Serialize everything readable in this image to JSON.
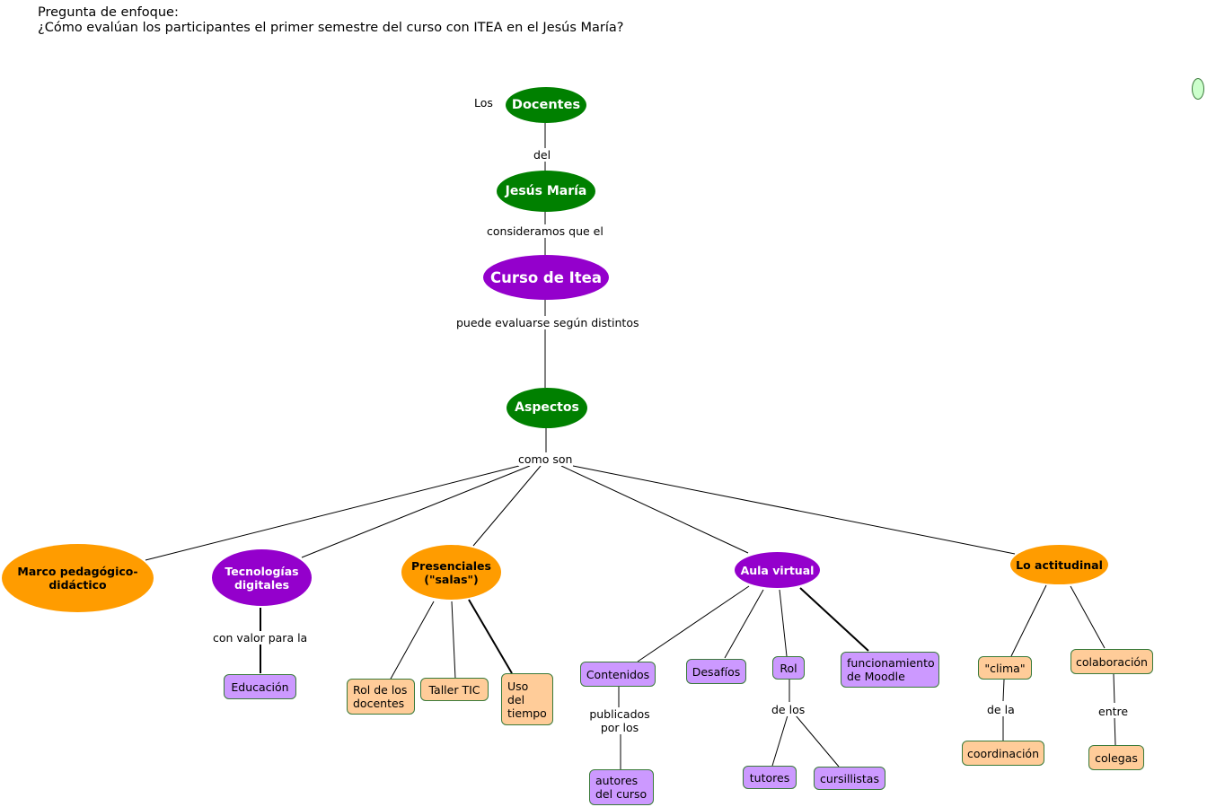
{
  "focus": {
    "heading": "Pregunta de enfoque:",
    "question": "¿Cómo evalúan los participantes el primer semestre del curso con ITEA en el Jesús María?"
  },
  "nodes": {
    "docentes": "Docentes",
    "jesus_maria": "Jesús María",
    "curso": "Curso de Itea",
    "aspectos": "Aspectos",
    "marco": "Marco pedagógico-didáctico",
    "tecnologias": "Tecnologías digitales",
    "presenciales": "Presenciales (\"salas\")",
    "aula_virtual": "Aula virtual",
    "actitudinal": "Lo actitudinal",
    "educacion": "Educación",
    "rol_docentes": "Rol de los docentes",
    "taller_tic": "Taller TIC",
    "uso_tiempo": "Uso del tiempo",
    "contenidos": "Contenidos",
    "desafios": "Desafíos",
    "rol": "Rol",
    "moodle": "funcionamiento de Moodle",
    "autores": "autores del curso",
    "tutores": "tutores",
    "cursillistas": "cursillistas",
    "clima": "\"clima\"",
    "colaboracion": "colaboración",
    "coordinacion": "coordinación",
    "colegas": "colegas"
  },
  "links": {
    "los": "Los",
    "del": "del",
    "consideramos": "consideramos que el",
    "puede": "puede evaluarse según distintos",
    "como_son": "como son",
    "con_valor": "con valor para la",
    "publicados": "publicados por los",
    "de_los": "de los",
    "de_la": "de la",
    "entre": "entre"
  },
  "colors": {
    "green": "#008000",
    "purple": "#9400cc",
    "orange": "#ff9c00",
    "lavender": "#cc99ff",
    "peach": "#ffcc99"
  }
}
